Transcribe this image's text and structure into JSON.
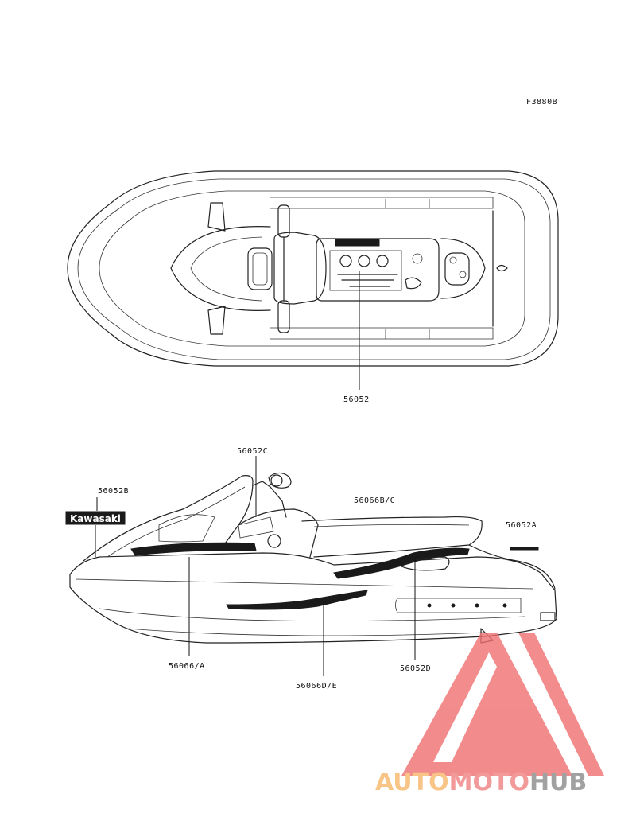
{
  "figure_code": "F3880B",
  "callouts": {
    "top_center": "56052",
    "decal_c": "56052C",
    "decal_b": "56052B",
    "decal_bc": "56066B/C",
    "decal_a": "56052A",
    "decal_66a": "56066/A",
    "decal_de": "56066D/E",
    "decal_d": "56052D"
  },
  "decal_brand": "Kawasaki",
  "watermark": {
    "part1": "AUTO",
    "part2": "MOTO",
    "part3": "HUB",
    "colors": {
      "part1": "#f7b76a",
      "part2": "#f08080",
      "part3": "#8a8a8a",
      "logo": "#f07070"
    }
  }
}
